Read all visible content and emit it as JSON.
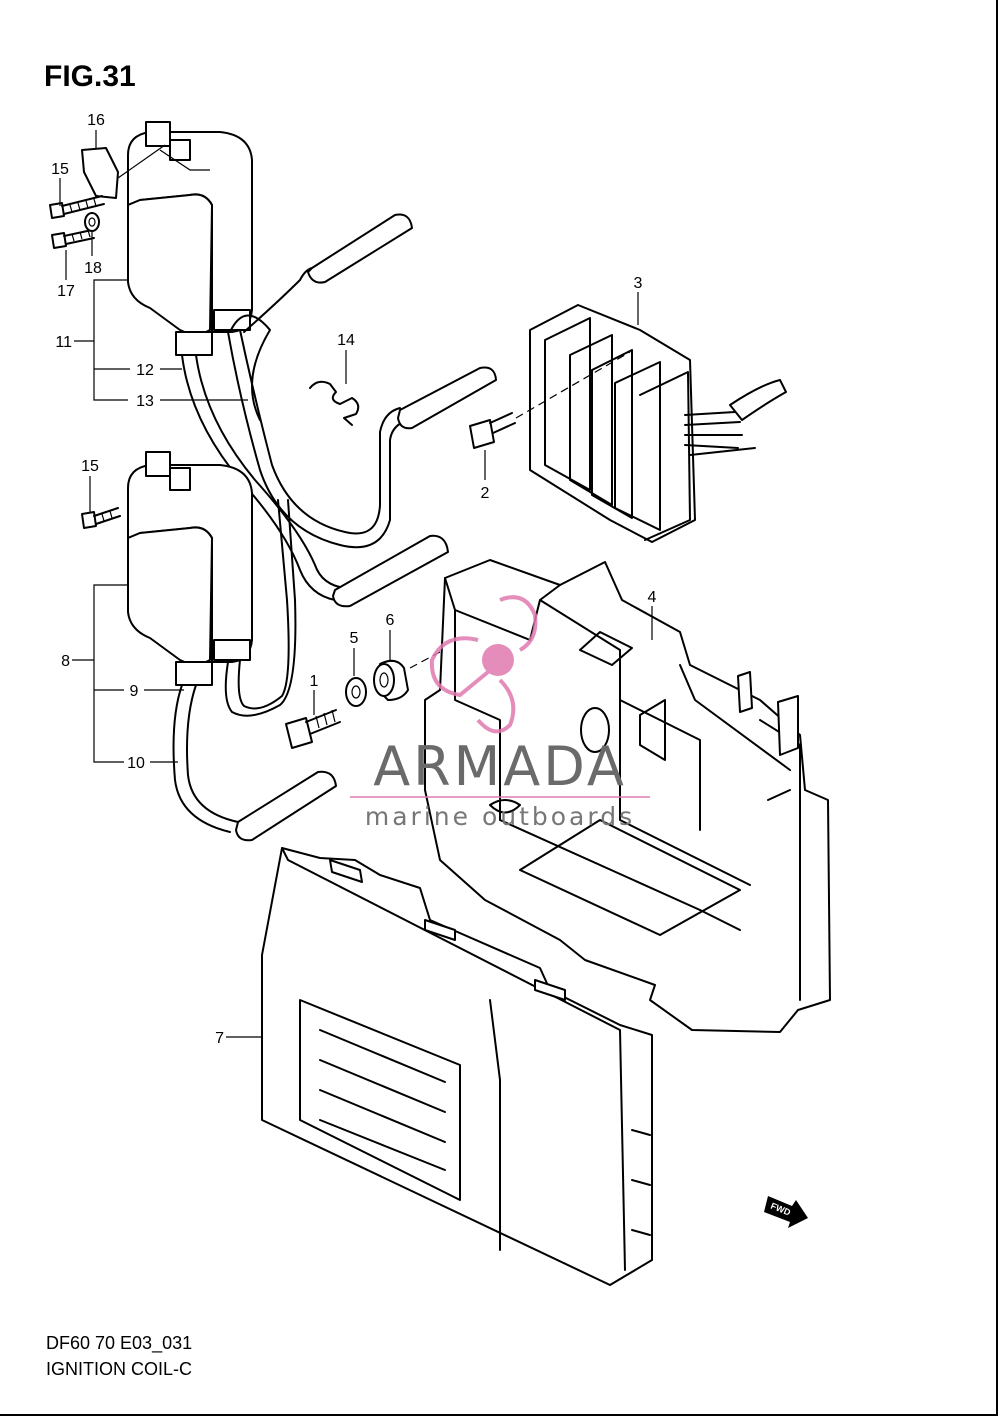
{
  "figure": {
    "title": "FIG.31",
    "code": "DF60 70 E03_031",
    "caption": "IGNITION COIL-C"
  },
  "callouts": [
    "1",
    "2",
    "3",
    "4",
    "5",
    "6",
    "7",
    "8",
    "9",
    "10",
    "11",
    "12",
    "13",
    "14",
    "15",
    "15",
    "16",
    "17",
    "18"
  ],
  "fwd_label": "FWD",
  "watermark": {
    "brand": "ARMADA",
    "tagline": "marine outboards",
    "logo_color": "#e07ab0",
    "text_color": "#6a6a6a"
  }
}
